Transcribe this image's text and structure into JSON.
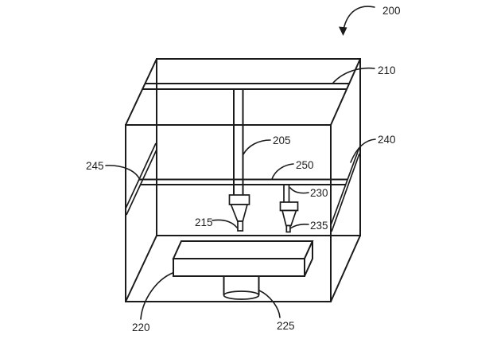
{
  "figure": {
    "background": "#ffffff",
    "line_color": "#1b1b1b",
    "labels": {
      "n200": "200",
      "n205": "205",
      "n210": "210",
      "n215": "215",
      "n220": "220",
      "n225": "225",
      "n230": "230",
      "n235": "235",
      "n240": "240",
      "n245": "245",
      "n250": "250"
    }
  }
}
